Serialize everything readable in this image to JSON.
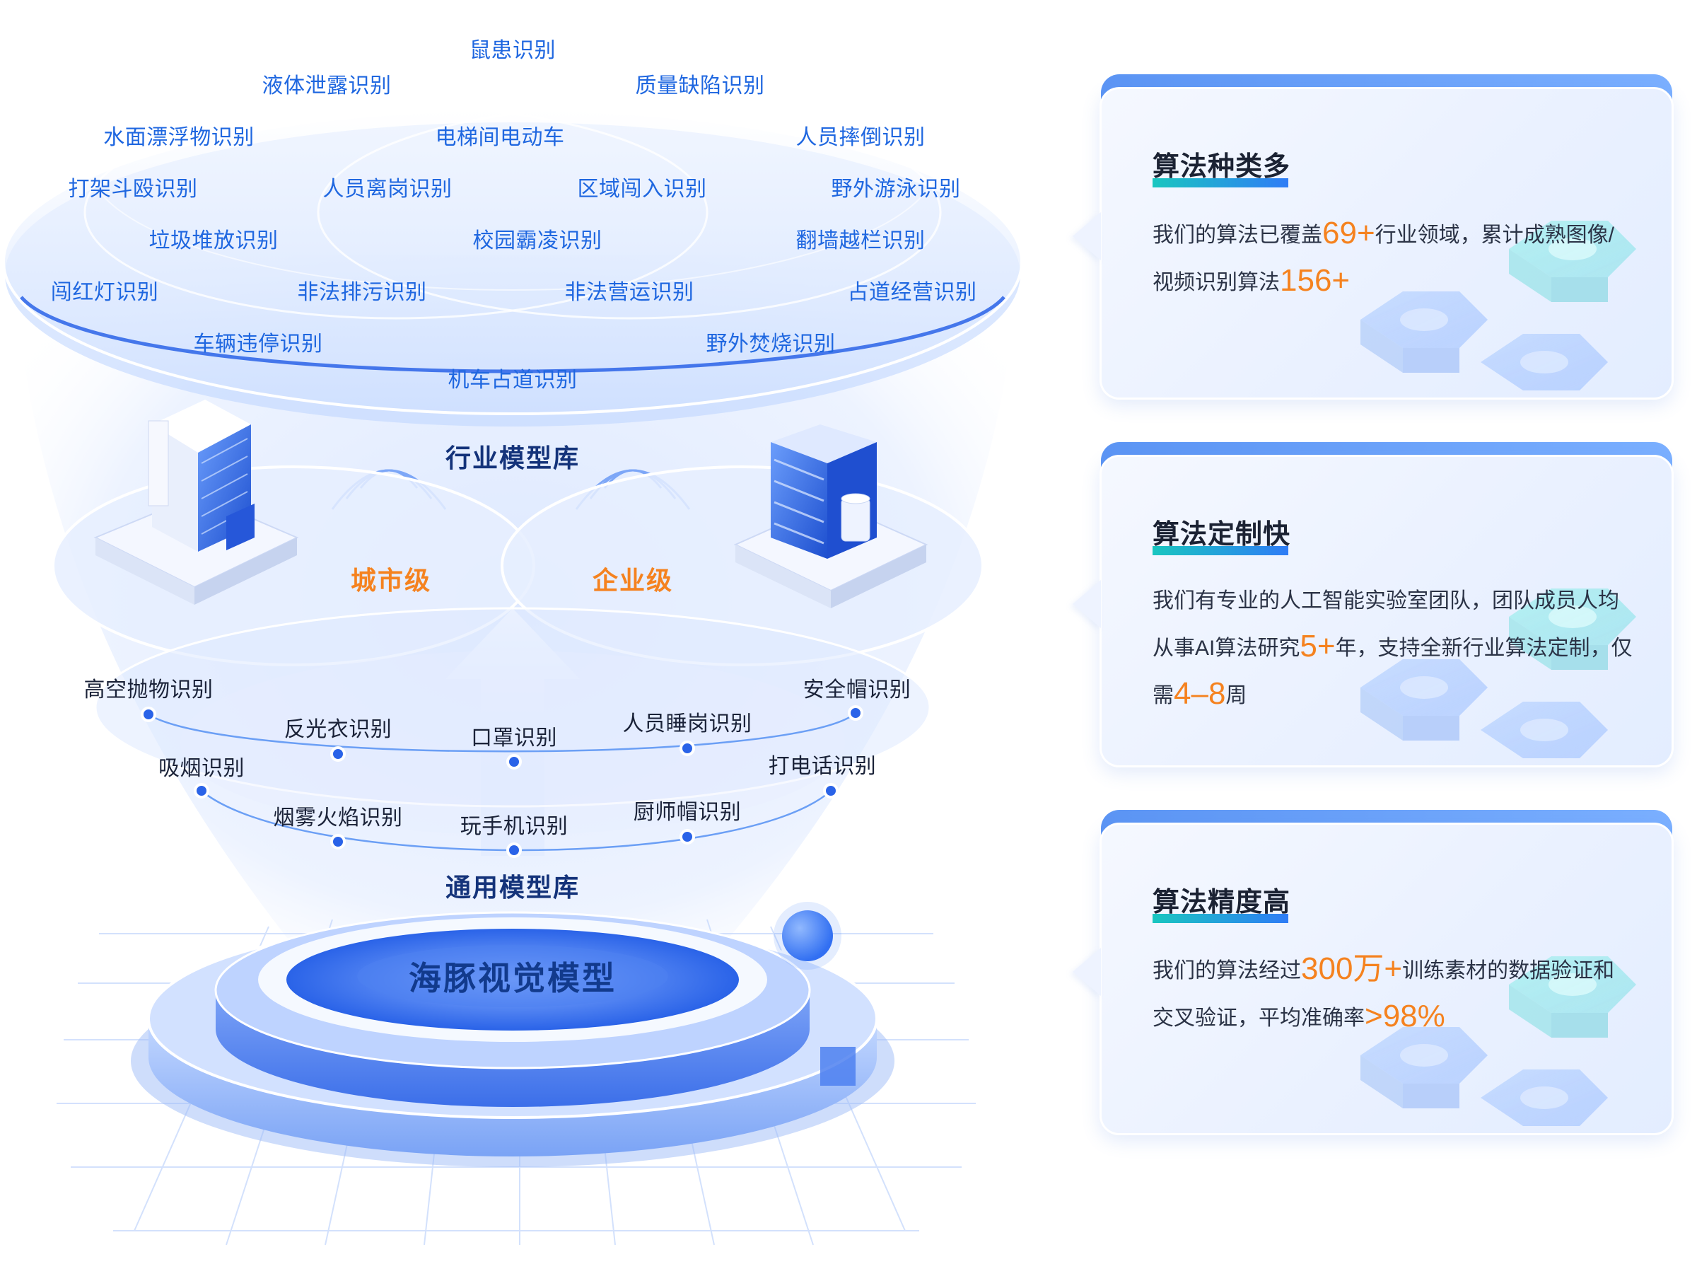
{
  "industry_library": {
    "title": "行业模型库",
    "items": [
      "鼠患识别",
      "液体泄露识别",
      "质量缺陷识别",
      "水面漂浮物识别",
      "电梯间电动车",
      "人员摔倒识别",
      "打架斗殴识别",
      "人员离岗识别",
      "区域闯入识别",
      "野外游泳识别",
      "垃圾堆放识别",
      "校园霸凌识别",
      "翻墙越栏识别",
      "闯红灯识别",
      "非法排污识别",
      "非法营运识别",
      "占道经营识别",
      "车辆违停识别",
      "野外焚烧识别",
      "机车占道识别"
    ]
  },
  "levels": {
    "city": "城市级",
    "enterprise": "企业级"
  },
  "general_library": {
    "title": "通用模型库",
    "items": [
      "高空抛物识别",
      "安全帽识别",
      "反光衣识别",
      "口罩识别",
      "人员睡岗识别",
      "吸烟识别",
      "打电话识别",
      "烟雾火焰识别",
      "玩手机识别",
      "厨师帽识别"
    ]
  },
  "base": {
    "title": "海豚视觉模型"
  },
  "cards": [
    {
      "title": "算法种类多",
      "parts": [
        {
          "t": "我们的算法已覆盖"
        },
        {
          "t": "69+",
          "hl": true
        },
        {
          "t": "行业领域，累计成熟图像/视频识别算法"
        },
        {
          "t": "156+",
          "hl": true
        }
      ]
    },
    {
      "title": "算法定制快",
      "parts": [
        {
          "t": "我们有专业的人工智能实验室团队，团队成员人均从事AI算法研究"
        },
        {
          "t": "5+",
          "hl": true
        },
        {
          "t": "年，支持全新行业算法定制，仅需"
        },
        {
          "t": "4–8",
          "hl": true
        },
        {
          "t": "周"
        }
      ]
    },
    {
      "title": "算法精度高",
      "parts": [
        {
          "t": "我们的算法经过"
        },
        {
          "t": "300万+",
          "hl": true
        },
        {
          "t": "训练素材的数据验证和交叉验证，平均准确率"
        },
        {
          "t": ">98%",
          "hl": true
        }
      ]
    }
  ],
  "colors": {
    "accent": "#f5821f",
    "brand": "#2f6ff0",
    "title_dark": "#14337a"
  }
}
